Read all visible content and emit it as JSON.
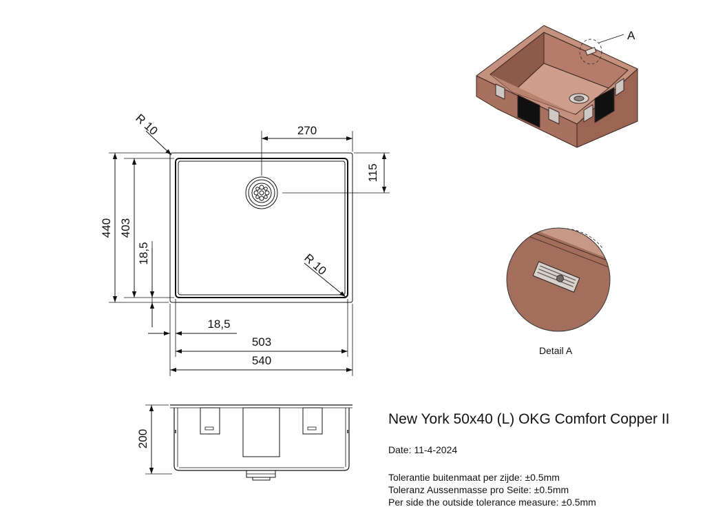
{
  "product": {
    "title": "New York 50x40 (L) OKG Comfort Copper II",
    "date": "Date: 11-4-2024",
    "tolerances": [
      "Tolerantie buitenmaat per zijde: ±0.5mm",
      "Toleranz Aussenmasse pro Seite: ±0.5mm",
      "Per side the outside tolerance measure: ±0.5mm"
    ]
  },
  "top_view": {
    "radius_outer": "R 10",
    "radius_inner": "R 10",
    "dim_drain_x": "270",
    "dim_drain_y": "115",
    "dim_outer_height": "440",
    "dim_inner_height": "403",
    "dim_rim_side": "18,5",
    "dim_rim_bottom": "18,5",
    "dim_inner_width": "503",
    "dim_outer_width": "540"
  },
  "side_view": {
    "dim_depth": "200"
  },
  "iso_view": {
    "detail_callout": "A"
  },
  "detail": {
    "label": "Detail A"
  },
  "colors": {
    "copper": "#b07a68",
    "copper_dark": "#8a5a4b",
    "copper_light": "#d3a696",
    "line": "#111111"
  }
}
